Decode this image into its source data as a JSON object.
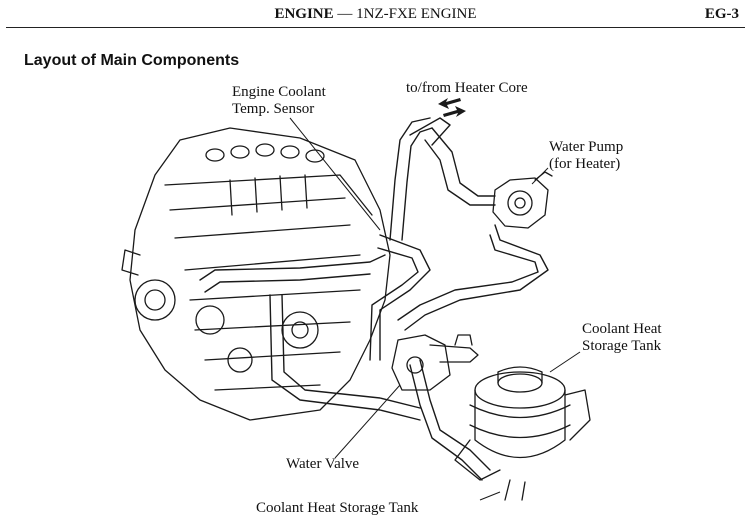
{
  "header": {
    "section_bold": "ENGINE",
    "separator": " — ",
    "section_rest": "1NZ-FXE ENGINE",
    "page_code": "EG-3"
  },
  "section_title": "Layout of Main Components",
  "callouts": {
    "coolant_sensor_line1": "Engine Coolant",
    "coolant_sensor_line2": "Temp. Sensor",
    "heater_core": "to/from Heater Core",
    "water_pump_line1": "Water Pump",
    "water_pump_line2": "(for Heater)",
    "storage_tank_line1": "Coolant Heat",
    "storage_tank_line2": "Storage Tank",
    "water_valve": "Water Valve",
    "bottom_partial": "Coolant Heat Storage Tank"
  }
}
